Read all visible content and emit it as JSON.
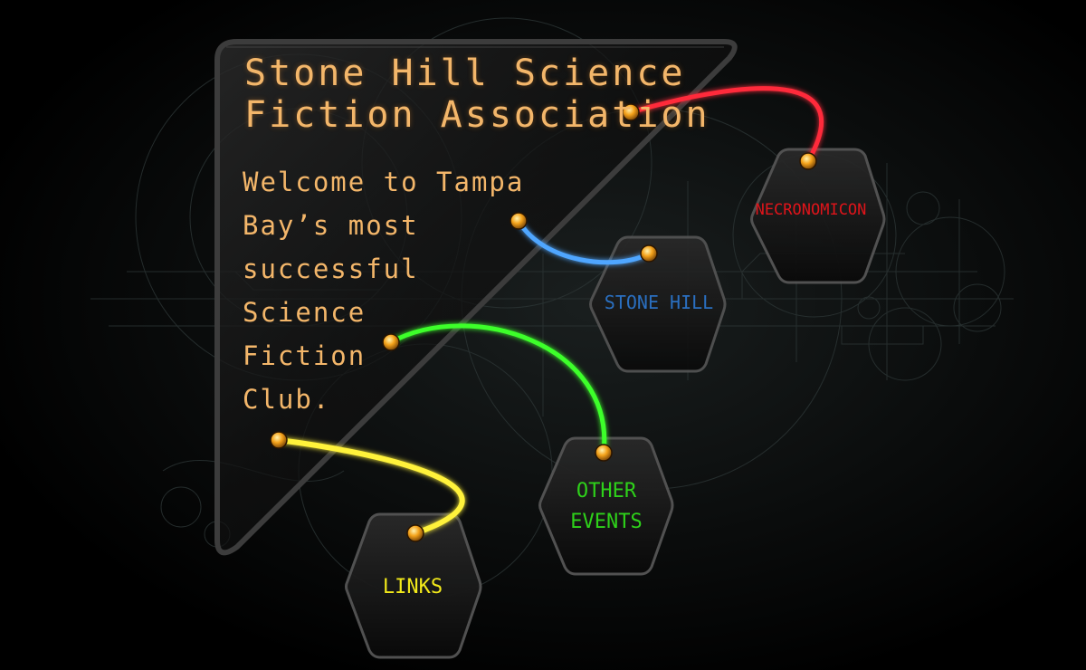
{
  "header": {
    "title_line1": "Stone Hill Science",
    "title_line2": "Fiction Association"
  },
  "intro": {
    "lines": [
      "Welcome to Tampa",
      "Bay’s most",
      "successful",
      "Science",
      "Fiction",
      "Club."
    ]
  },
  "nav": {
    "necronomicon": {
      "label": "NECRONOMICON",
      "color": "#e0141a"
    },
    "stone_hill": {
      "label": "STONE HILL",
      "color": "#2a6fc0"
    },
    "other_events": {
      "line1": "OTHER",
      "line2": "EVENTS",
      "color": "#2ed11a"
    },
    "links": {
      "label": "LINKS",
      "color": "#f2e91a"
    }
  },
  "colors": {
    "title": "#f3b66a",
    "background": "#000000",
    "panel_border": "#3a3a3a",
    "node": "#f0a020"
  }
}
